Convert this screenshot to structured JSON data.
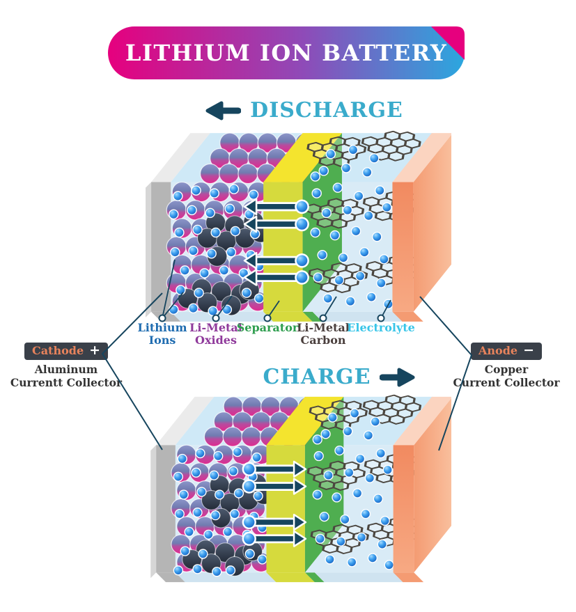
{
  "banner": {
    "title": "LITHIUM ION BATTERY",
    "gradient_left": "#e6007e",
    "gradient_right": "#2ba7df",
    "fold_color": "#e6007e"
  },
  "headers": {
    "discharge": "DISCHARGE",
    "charge": "CHARGE",
    "text_color": "#3aabcb",
    "arrow_color": "#16455e"
  },
  "component_labels": [
    {
      "id": "lithium-ions",
      "line1": "Lithium",
      "line2": "Ions",
      "color": "#1f6cb0"
    },
    {
      "id": "li-metal-oxides",
      "line1": "Li-Metal",
      "line2": "Oxides",
      "color": "#8f3a9b"
    },
    {
      "id": "separator",
      "line1": "Separator",
      "line2": "",
      "color": "#2f9e4f"
    },
    {
      "id": "li-metal-carbon",
      "line1": "Li-Metal",
      "line2": "Carbon",
      "color": "#4a3f3d"
    },
    {
      "id": "electrolyte",
      "line1": "Electrolyte",
      "line2": "",
      "color": "#38c5e8"
    }
  ],
  "cathode": {
    "badge": "Cathode",
    "sign": "+",
    "desc_line1": "Aluminum",
    "desc_line2": "Currentt Collector"
  },
  "anode": {
    "badge": "Anode",
    "sign": "−",
    "desc_line1": "Copper",
    "desc_line2": "Current Collector"
  },
  "battery_colors": {
    "cell_top": "#cfe9f7",
    "cell_front": "#d9ebf6",
    "strip_blue": "#cfe3f0",
    "collector_gray_front": "#b5b5b5",
    "collector_gray_side": "#d6d6d6",
    "collector_gray_top": "#ebebeb",
    "separator_front": "#d6da3d",
    "separator_top": "#f4e42e",
    "separator_side": "#4fae50",
    "hex_stroke": "#4b463f",
    "copper_front_top": "#f18a60",
    "copper_front_bottom": "#f7a983",
    "copper_side": "#f49b72",
    "copper_side_light": "#f9c09e",
    "copper_top": "#fbd4c0",
    "arrow": "#16455e",
    "sphere_blue_top": "#8d96ca",
    "sphere_blue_mid": "#707bb0",
    "sphere_magenta_mid": "#b84b9e",
    "sphere_magenta": "#e02a90",
    "sphere_dark_top": "#4d5a6e",
    "sphere_dark_bottom": "#232b38",
    "ion_light": "#a8dcff",
    "ion_mid": "#3fa1f0",
    "ion_dark": "#1460c0",
    "connector_line": "#16455e"
  }
}
